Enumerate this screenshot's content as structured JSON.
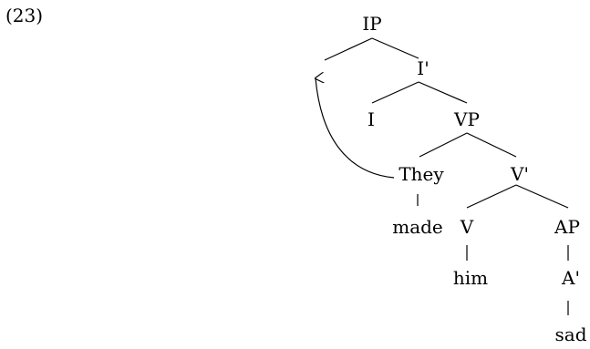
{
  "example_number": "(23)",
  "tree": {
    "nodes": [
      {
        "id": "ip",
        "label": "IP"
      },
      {
        "id": "i-bar",
        "label": "I'"
      },
      {
        "id": "i",
        "label": "I"
      },
      {
        "id": "vp",
        "label": "VP"
      },
      {
        "id": "they",
        "label": "They"
      },
      {
        "id": "v-bar",
        "label": "V'"
      },
      {
        "id": "made",
        "label": "made"
      },
      {
        "id": "v",
        "label": "V"
      },
      {
        "id": "ap",
        "label": "AP"
      },
      {
        "id": "him",
        "label": "him"
      },
      {
        "id": "a-bar",
        "label": "A'"
      },
      {
        "id": "sad",
        "label": "sad"
      }
    ],
    "edges": [
      [
        "ip",
        "empty-spec"
      ],
      [
        "ip",
        "i-bar"
      ],
      [
        "i-bar",
        "i"
      ],
      [
        "i-bar",
        "vp"
      ],
      [
        "vp",
        "they"
      ],
      [
        "vp",
        "v-bar"
      ],
      [
        "they",
        "made"
      ],
      [
        "v-bar",
        "v"
      ],
      [
        "v-bar",
        "ap"
      ],
      [
        "v",
        "him"
      ],
      [
        "ap",
        "a-bar"
      ],
      [
        "a-bar",
        "sad"
      ]
    ],
    "movement": {
      "from": "they",
      "to": "empty-spec"
    }
  }
}
